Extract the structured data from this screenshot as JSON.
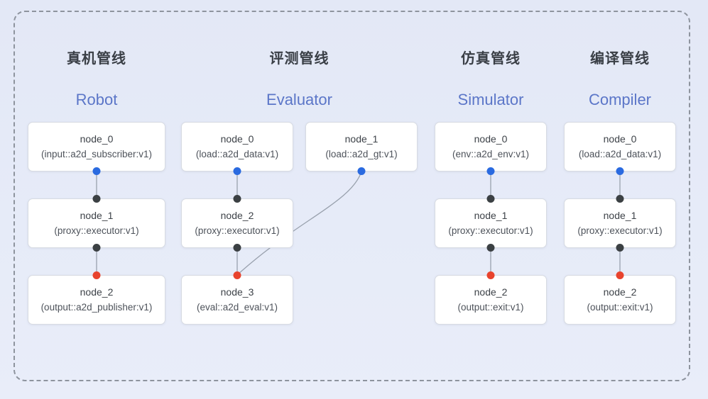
{
  "diagram": {
    "frame_style": "dashed-rounded-border"
  },
  "colors": {
    "background": "#e5eaf7",
    "dashed_border": "#8e949e",
    "box_background": "#ffffff",
    "box_border": "#d7dbe2",
    "title_cn_color": "#3a3f46",
    "title_en_color": "#5b76c8",
    "edge_line": "#99a1ad",
    "port_blue": "#2a6ae0",
    "port_black": "#3b4043",
    "port_red": "#e8432d"
  },
  "pipelines": [
    {
      "id": "robot",
      "title_cn": "真机管线",
      "title_en": "Robot",
      "nodes": [
        {
          "title": "node_0",
          "subtitle": "(input::a2d_subscriber:v1)",
          "port_bottom": "blue"
        },
        {
          "title": "node_1",
          "subtitle": "(proxy::executor:v1)",
          "port_top": "black",
          "port_bottom": "black"
        },
        {
          "title": "node_2",
          "subtitle": "(output::a2d_publisher:v1)",
          "port_top": "red"
        }
      ]
    },
    {
      "id": "evaluator",
      "title_cn": "评测管线",
      "title_en": "Evaluator",
      "nodes": [
        {
          "title": "node_0",
          "subtitle": "(load::a2d_data:v1)",
          "port_bottom": "blue"
        },
        {
          "title": "node_1",
          "subtitle": "(load::a2d_gt:v1)",
          "port_bottom": "blue"
        },
        {
          "title": "node_2",
          "subtitle": "(proxy::executor:v1)",
          "port_top": "black",
          "port_bottom": "black"
        },
        {
          "title": "node_3",
          "subtitle": "(eval::a2d_eval:v1)",
          "port_top": "red"
        }
      ]
    },
    {
      "id": "simulator",
      "title_cn": "仿真管线",
      "title_en": "Simulator",
      "nodes": [
        {
          "title": "node_0",
          "subtitle": "(env::a2d_env:v1)",
          "port_bottom": "blue"
        },
        {
          "title": "node_1",
          "subtitle": "(proxy::executor:v1)",
          "port_top": "black",
          "port_bottom": "black"
        },
        {
          "title": "node_2",
          "subtitle": "(output::exit:v1)",
          "port_top": "red"
        }
      ]
    },
    {
      "id": "compiler",
      "title_cn": "编译管线",
      "title_en": "Compiler",
      "nodes": [
        {
          "title": "node_0",
          "subtitle": "(load::a2d_data:v1)",
          "port_bottom": "blue"
        },
        {
          "title": "node_1",
          "subtitle": "(proxy::executor:v1)",
          "port_top": "black",
          "port_bottom": "black"
        },
        {
          "title": "node_2",
          "subtitle": "(output::exit:v1)",
          "port_top": "red"
        }
      ]
    }
  ],
  "edges": [
    {
      "from": "robot.node_0",
      "to": "robot.node_1",
      "shape": "straight"
    },
    {
      "from": "robot.node_1",
      "to": "robot.node_2",
      "shape": "straight"
    },
    {
      "from": "evaluator.node_0",
      "to": "evaluator.node_2",
      "shape": "straight"
    },
    {
      "from": "evaluator.node_2",
      "to": "evaluator.node_3",
      "shape": "straight"
    },
    {
      "from": "evaluator.node_1",
      "to": "evaluator.node_3",
      "shape": "curved-behind-node_2"
    },
    {
      "from": "simulator.node_0",
      "to": "simulator.node_1",
      "shape": "straight"
    },
    {
      "from": "simulator.node_1",
      "to": "simulator.node_2",
      "shape": "straight"
    },
    {
      "from": "compiler.node_0",
      "to": "compiler.node_1",
      "shape": "straight"
    },
    {
      "from": "compiler.node_1",
      "to": "compiler.node_2",
      "shape": "straight"
    }
  ]
}
